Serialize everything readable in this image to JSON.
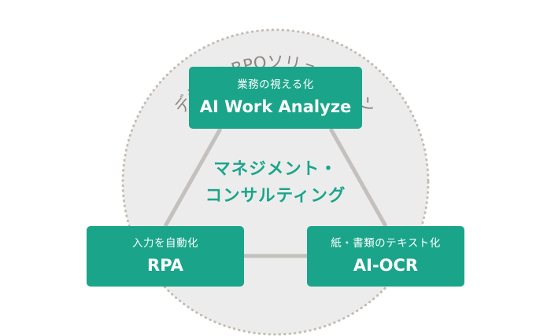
{
  "arc_title": "デジタルBPOソリューション",
  "center": {
    "line1": "マネジメント・",
    "line2": "コンサルティング"
  },
  "nodes": {
    "top": {
      "sub": "業務の視える化",
      "main": "AI Work Analyze"
    },
    "left": {
      "sub": "入力を自動化",
      "main": "RPA"
    },
    "right": {
      "sub": "紙・書類のテキスト化",
      "main": "AI-OCR"
    }
  },
  "colors": {
    "node_fill": "#1aa58a",
    "node_text": "#ffffff",
    "center_text": "#1aa58a",
    "circle_fill": "#ececec",
    "circle_border": "#c4bcb4",
    "arc_text": "#8c8580",
    "connector": "#c3c0bd"
  }
}
